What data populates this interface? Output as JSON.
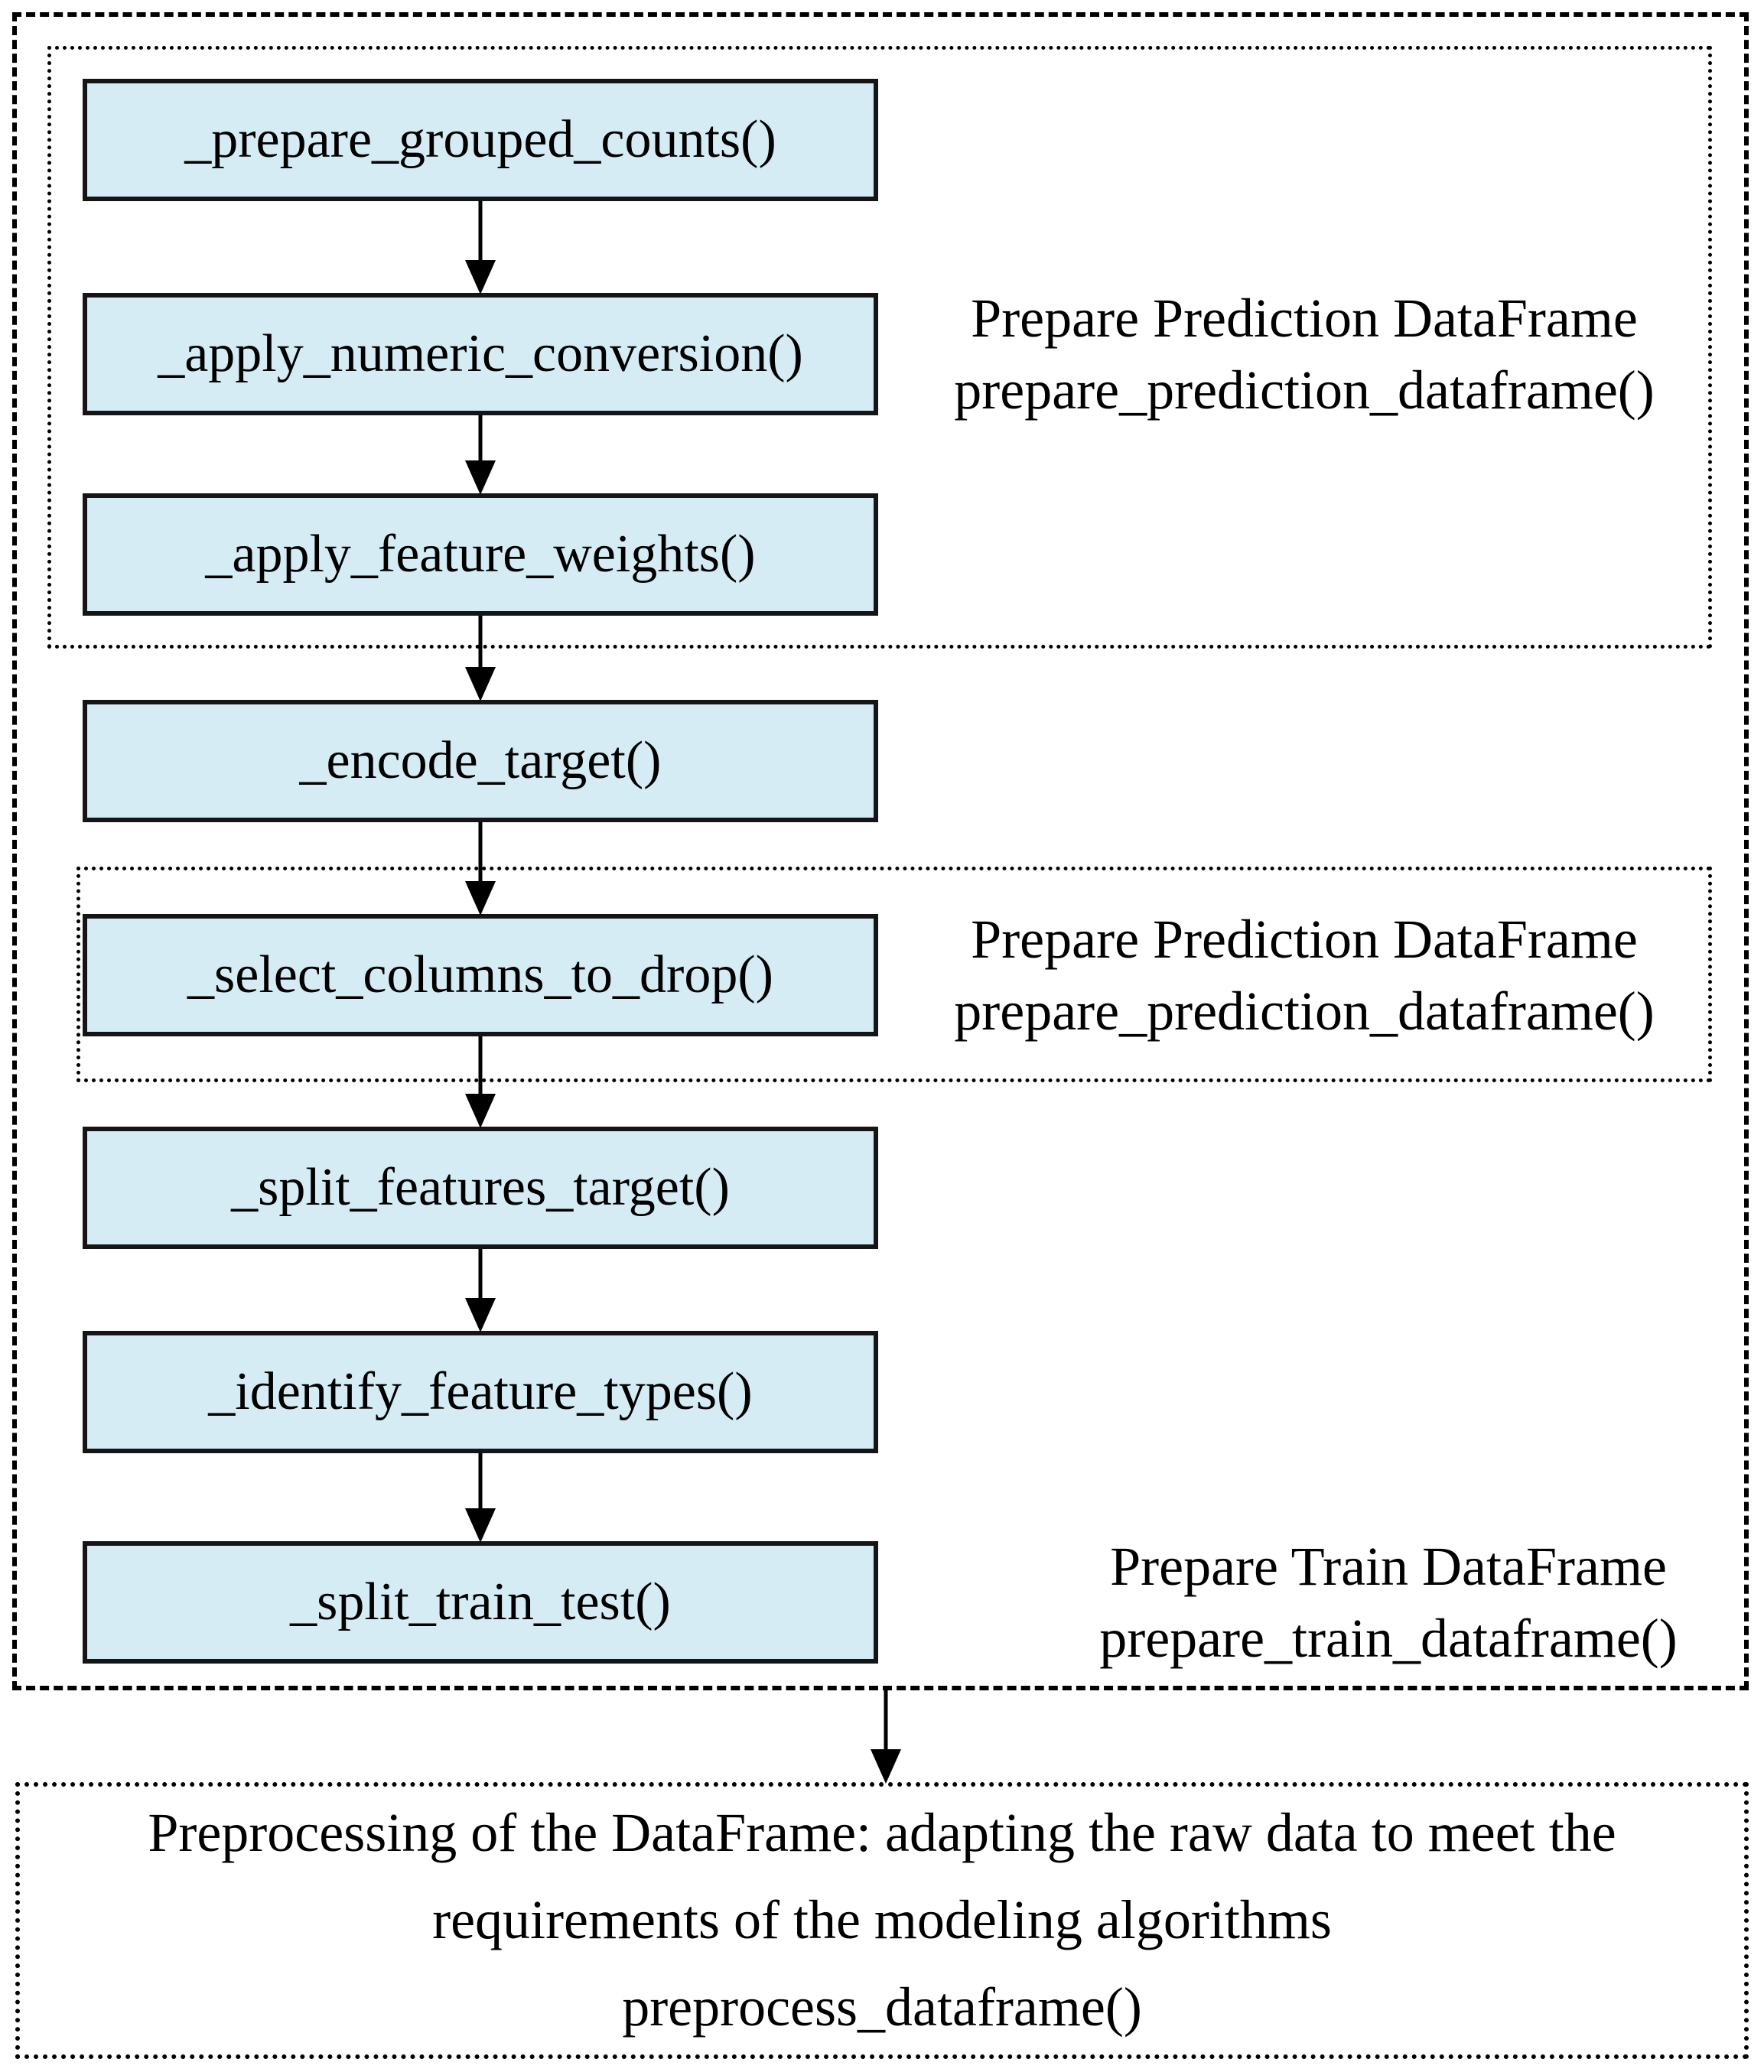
{
  "diagram": {
    "steps": [
      {
        "label": "_prepare_grouped_counts()"
      },
      {
        "label": "_apply_numeric_conversion()"
      },
      {
        "label": "_apply_feature_weights()"
      },
      {
        "label": "_encode_target()"
      },
      {
        "label": "_select_columns_to_drop()"
      },
      {
        "label": "_split_features_target()"
      },
      {
        "label": "_identify_feature_types()"
      },
      {
        "label": "_split_train_test()"
      }
    ],
    "groups": [
      {
        "line1": "Prepare Prediction DataFrame",
        "line2": "prepare_prediction_dataframe()"
      },
      {
        "line1": "Prepare Prediction DataFrame",
        "line2": "prepare_prediction_dataframe()"
      },
      {
        "line1": "Prepare Train DataFrame",
        "line2": "prepare_train_dataframe()"
      }
    ],
    "footer": {
      "line1": "Preprocessing of the DataFrame: adapting the raw data to meet the",
      "line2": "requirements of the modeling algorithms",
      "line3": "preprocess_dataframe()"
    },
    "colors": {
      "box_fill": "#d5ecf4",
      "box_border": "#151515",
      "frame_border": "#000000"
    }
  }
}
